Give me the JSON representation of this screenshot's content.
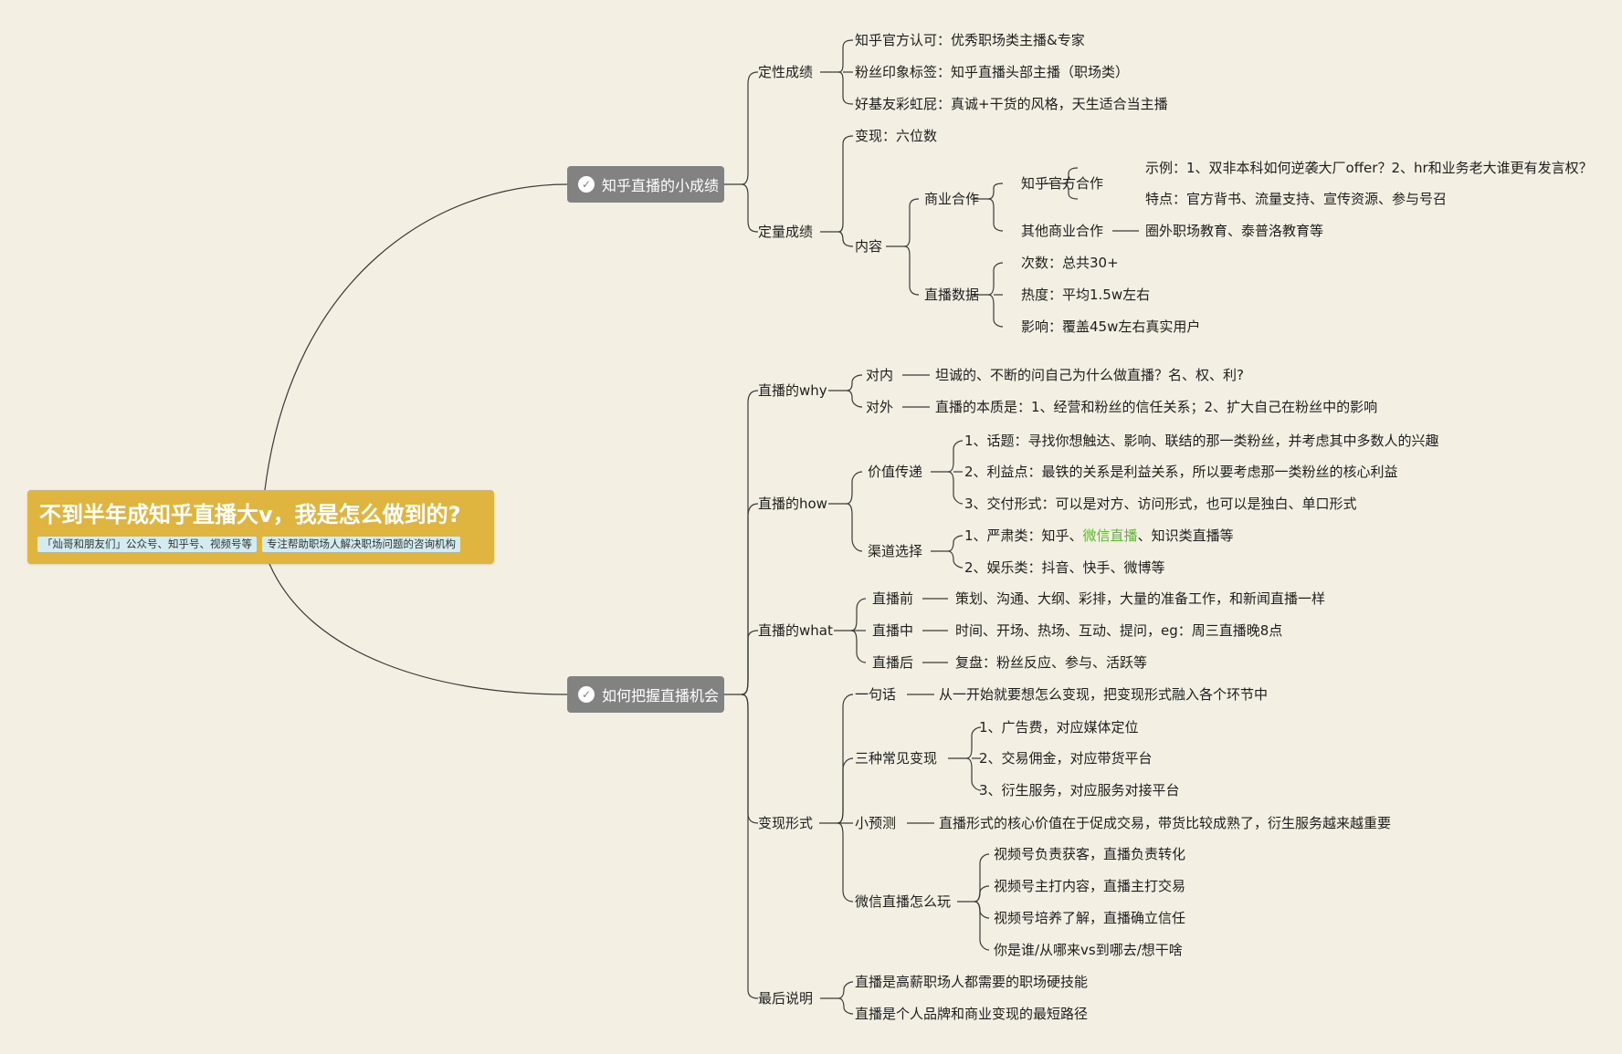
{
  "root": {
    "title": "不到半年成知乎直播大v，我是怎么做到的?",
    "tag1": "「灿哥和朋友们」公众号、知乎号、视频号等",
    "tag2": "专注帮助职场人解决职场问题的咨询机构"
  },
  "b1": {
    "title": "知乎直播的小成绩",
    "check_icon": "check-circle-icon",
    "qual": {
      "label": "定性成绩",
      "items": [
        "知乎官方认可：优秀职场类主播&专家",
        "粉丝印象标签：知乎直播头部主播（职场类）",
        "好基友彩虹屁：真诚+干货的风格，天生适合当主播"
      ]
    },
    "quant": {
      "label": "定量成绩",
      "bianxian": "变现：六位数",
      "neirong": "内容",
      "shangye": "商业合作",
      "zhihu_coop": "知乎官方合作",
      "example": "示例：1、双非本科如何逆袭大厂offer？2、hr和业务老大谁更有发言权？",
      "feature": "特点：官方背书、流量支持、宣传资源、参与号召",
      "other_coop": "其他商业合作",
      "other_detail": "圈外职场教育、泰普洛教育等",
      "data_label": "直播数据",
      "data_items": [
        "次数：总共30+",
        "热度：平均1.5w左右",
        "影响：覆盖45w左右真实用户"
      ]
    }
  },
  "b2": {
    "title": "如何把握直播机会",
    "check_icon": "check-circle-icon",
    "why": {
      "label": "直播的why",
      "inner": "对内",
      "inner_text": "坦诚的、不断的问自己为什么做直播？名、权、利?",
      "outer": "对外",
      "outer_text": "直播的本质是：1、经营和粉丝的信任关系；2、扩大自己在粉丝中的影响"
    },
    "how": {
      "label": "直播的how",
      "value": "价值传递",
      "value_items": [
        "1、话题：寻找你想触达、影响、联结的那一类粉丝，并考虑其中多数人的兴趣",
        "2、利益点：最铁的关系是利益关系，所以要考虑那一类粉丝的核心利益",
        "3、交付形式：可以是对方、访问形式，也可以是独白、单口形式"
      ],
      "channel": "渠道选择",
      "channel1_a": "1、严肃类：知乎、",
      "channel1_hl": "微信直播",
      "channel1_b": "、知识类直播等",
      "channel2": "2、娱乐类：抖音、快手、微博等"
    },
    "what": {
      "label": "直播的what",
      "before": "直播前",
      "before_text": "策划、沟通、大纲、彩排，大量的准备工作，和新闻直播一样",
      "during": "直播中",
      "during_text": "时间、开场、热场、互动、提问，eg：周三直播晚8点",
      "after": "直播后",
      "after_text": "复盘：粉丝反应、参与、活跃等"
    },
    "money": {
      "label": "变现形式",
      "one": "一句话",
      "one_text": "从一开始就要想怎么变现，把变现形式融入各个环节中",
      "three": "三种常见变现",
      "three_items": [
        "1、广告费，对应媒体定位",
        "2、交易佣金，对应带货平台",
        "3、衍生服务，对应服务对接平台"
      ],
      "predict": "小预测",
      "predict_text": "直播形式的核心价值在于促成交易，带货比较成熟了，衍生服务越来越重要",
      "wechat": "微信直播怎么玩",
      "wechat_items": [
        "视频号负责获客，直播负责转化",
        "视频号主打内容，直播主打交易",
        "视频号培养了解，直播确立信任",
        "你是谁/从哪来vs到哪去/想干啥"
      ]
    },
    "last": {
      "label": "最后说明",
      "items": [
        "直播是高薪职场人都需要的职场硬技能",
        "直播是个人品牌和商业变现的最短路径"
      ]
    }
  }
}
